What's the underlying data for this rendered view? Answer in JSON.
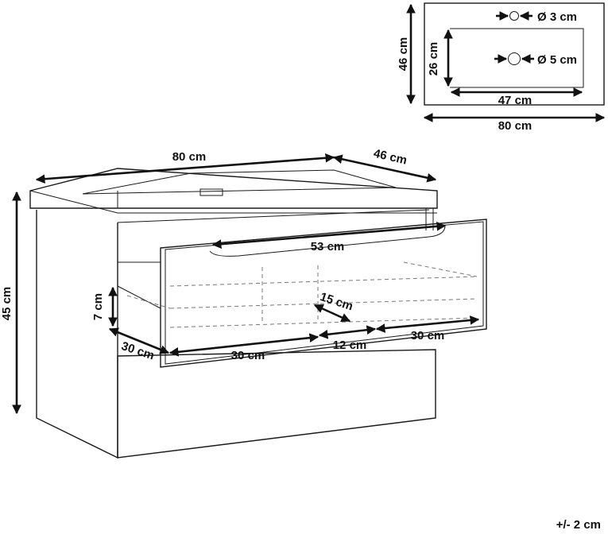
{
  "top_view": {
    "depth": "46 cm",
    "inner_depth": "26 cm",
    "hole_small": "Ø 3 cm",
    "hole_large": "Ø 5 cm",
    "inner_width": "47 cm",
    "width": "80 cm"
  },
  "cabinet": {
    "width": "80 cm",
    "depth": "46 cm",
    "height": "45 cm",
    "drawer_width": "53 cm",
    "drawer_height": "7 cm",
    "compartment_depth": "15 cm",
    "left_depth": "30 cm",
    "drawer_left": "30 cm",
    "drawer_middle": "12 cm",
    "drawer_right": "30 cm"
  },
  "tolerance": "+/- 2 cm",
  "colors": {
    "line": "#1a1a1a",
    "dashed": "#777777",
    "background": "#ffffff"
  }
}
